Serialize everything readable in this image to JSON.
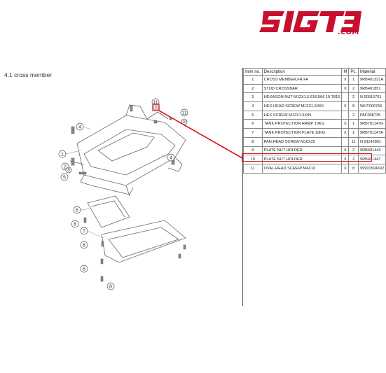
{
  "brand": {
    "logo_text": "SIGT3",
    "domain": ".COM"
  },
  "section": {
    "title": "4.1  cross member"
  },
  "table": {
    "headers": {
      "item": "Item no.",
      "description": "Description",
      "m": "M",
      "qty": "Pc.",
      "material": "Material"
    },
    "rows": [
      {
        "item": "1",
        "description": "CROSS MEMBER,FR FA",
        "m": "X",
        "qty": "1",
        "material": "9RB401331A"
      },
      {
        "item": "2",
        "description": "STUD CROSSBAR",
        "m": "X",
        "qty": "2",
        "material": "9RB401851"
      },
      {
        "item": "3",
        "description": "HEXAGON NUT M12X1,5 EN1666 10 T815",
        "m": "",
        "qty": "2",
        "material": "N 90916701"
      },
      {
        "item": "4",
        "description": "HEX-HEAD SCREW M12X1,5X50",
        "m": "X",
        "qty": "8",
        "material": "WHT006756"
      },
      {
        "item": "5",
        "description": "HEX SCREW M12X1.5X95",
        "m": "",
        "qty": "2",
        "material": "PAF008735"
      },
      {
        "item": "6",
        "description": "TANK PROTECTION RAMP 10KG",
        "m": "X",
        "qty": "1",
        "material": "9RB701147G"
      },
      {
        "item": "7",
        "description": "TANK PROTECTION PLATE 10KG",
        "m": "X",
        "qty": "1",
        "material": "9RB701147A"
      },
      {
        "item": "8",
        "description": "PAN-HEAD SCREW M10X25",
        "m": "",
        "qty": "11",
        "material": "N 91142801"
      },
      {
        "item": "9",
        "description": "PLATE NUT HOLDER",
        "m": "X",
        "qty": "2",
        "material": "9RB401443"
      },
      {
        "item": "10",
        "description": "PLATE NUT HOLDER",
        "m": "X",
        "qty": "2",
        "material": "9RB401447"
      },
      {
        "item": "11",
        "description": "OVAL-HEAD SCREW M4X10",
        "m": "X",
        "qty": "8",
        "material": "99901504602"
      }
    ]
  },
  "diagram": {
    "callouts": [
      "11",
      "9",
      "11",
      "10",
      "4",
      "1",
      "2",
      "3",
      "5",
      "4",
      "6",
      "7",
      "8",
      "8",
      "8",
      "8"
    ]
  },
  "colors": {
    "brand_red": "#c8102e",
    "highlight": "#d6161e"
  }
}
